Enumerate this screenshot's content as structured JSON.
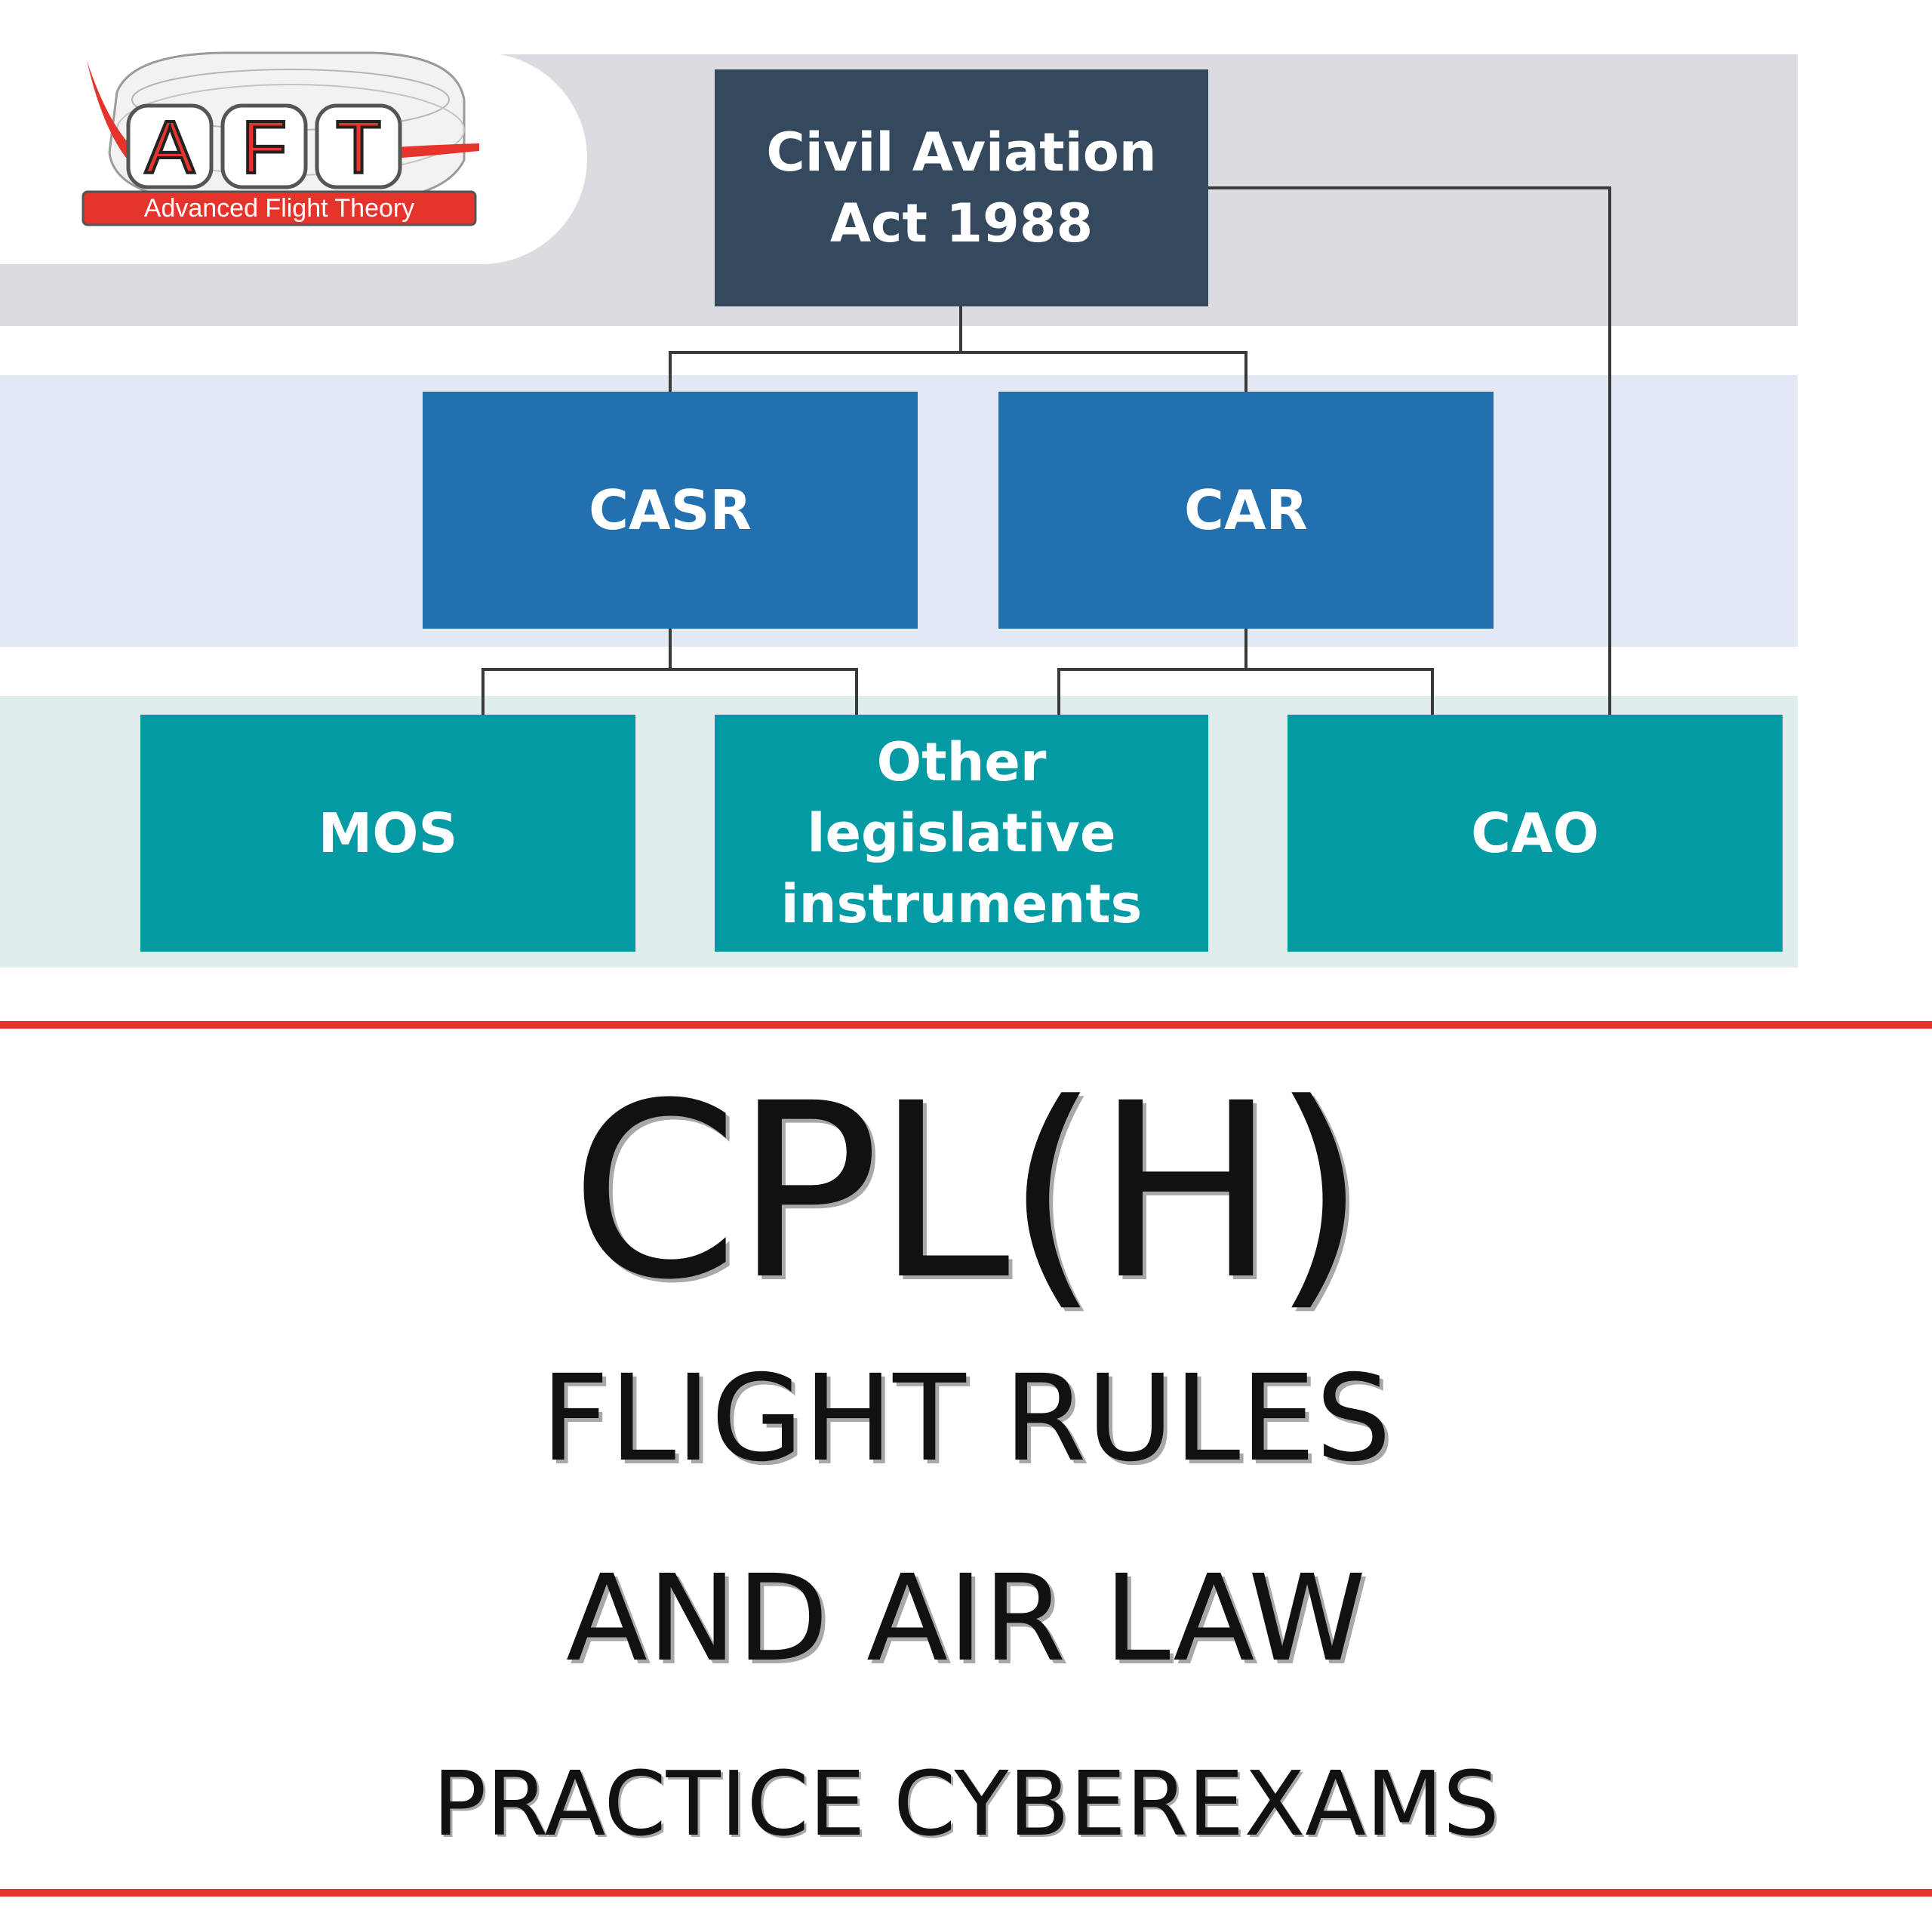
{
  "logo": {
    "letters": [
      "A",
      "F",
      "T"
    ],
    "tagline": "Advanced Flight Theory",
    "colors": {
      "red": "#e5342c",
      "grey": "#8a8a8a"
    }
  },
  "diagram": {
    "root": {
      "lines": [
        "Civil Aviation",
        "Act 1988"
      ]
    },
    "level2": [
      {
        "label": "CASR"
      },
      {
        "label": "CAR"
      }
    ],
    "level3": [
      {
        "label": "MOS"
      },
      {
        "lines": [
          "Other",
          "legislative",
          "instruments"
        ]
      },
      {
        "label": "CAO"
      }
    ],
    "colors": {
      "root": "#34495e",
      "level2": "#2270b0",
      "level3": "#039aa4",
      "connector": "#3a3a3a"
    }
  },
  "title": {
    "line1": "CPL(H)",
    "line2": "FLIGHT RULES",
    "line3": "AND AIR LAW",
    "line4": "PRACTICE CYBEREXAMS"
  },
  "accent_color": "#e5342c"
}
